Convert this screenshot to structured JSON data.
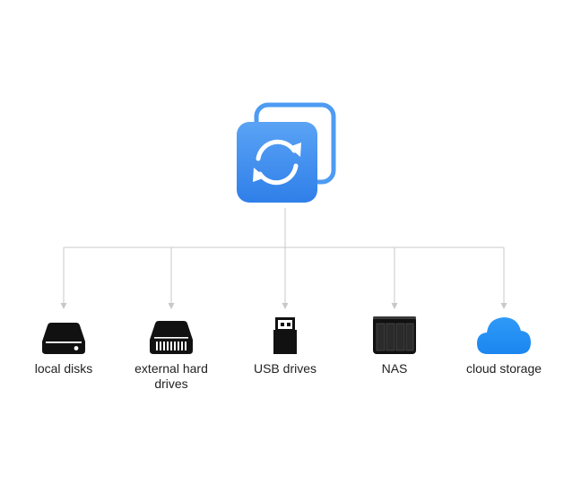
{
  "diagram": {
    "center": {
      "icon": "sync-app-icon",
      "colors": {
        "front": "#3d8ef0",
        "back_outline": "#4d9bf2",
        "arrows": "#ffffff"
      }
    },
    "connector_color": "#c8c8c8",
    "targets": [
      {
        "icon": "hard-disk-icon",
        "label": "local disks"
      },
      {
        "icon": "external-hard-drive-icon",
        "label": "external hard drives"
      },
      {
        "icon": "usb-drive-icon",
        "label": "USB drives"
      },
      {
        "icon": "nas-icon",
        "label": "NAS"
      },
      {
        "icon": "cloud-icon",
        "label": "cloud storage"
      }
    ],
    "device_color": "#111111",
    "cloud_color": "#1f8ef5"
  }
}
